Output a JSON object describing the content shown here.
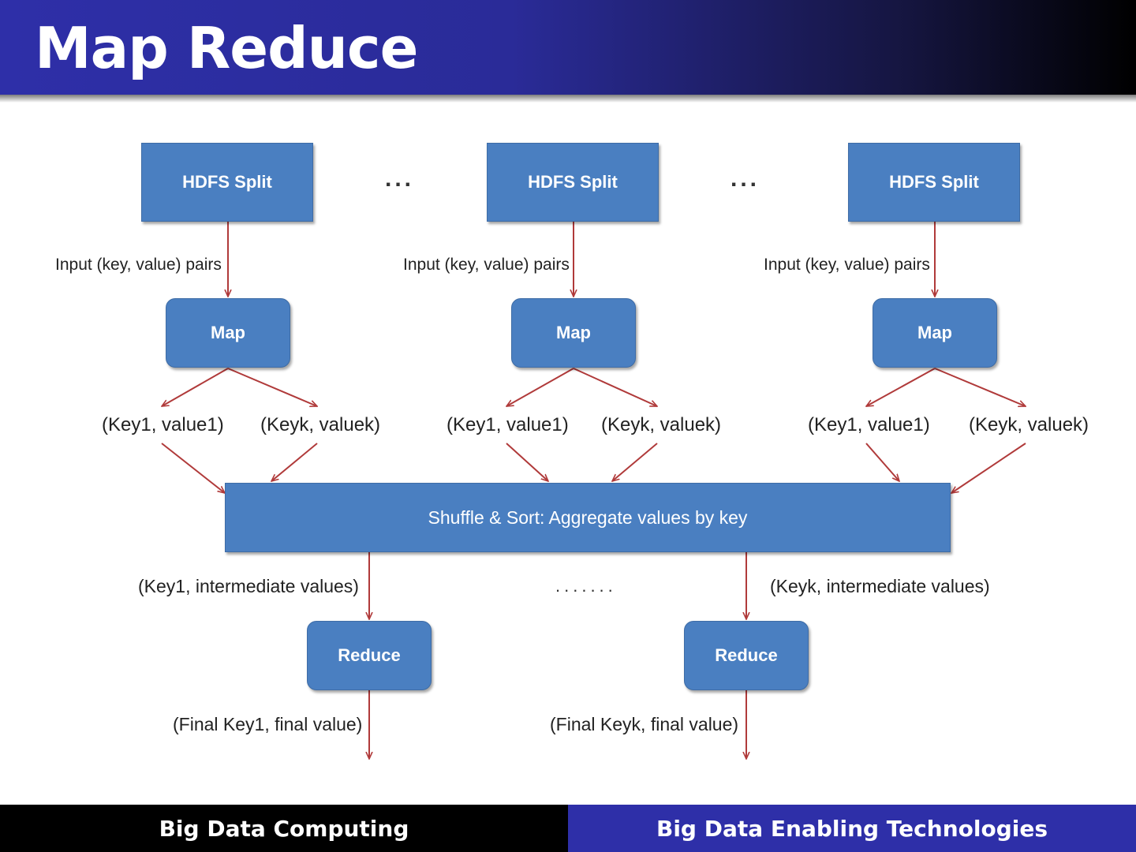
{
  "slide": {
    "title": "Map Reduce",
    "colors": {
      "header_blue": "#2e2fa8",
      "box_blue": "#4a7fc1",
      "arrow_red": "#b03a3a"
    }
  },
  "diagram": {
    "hdfs_splits": [
      "HDFS Split",
      "HDFS Split",
      "HDFS Split"
    ],
    "split_ellipsis": [
      "...",
      "..."
    ],
    "input_labels": [
      "Input (key, value) pairs",
      "Input (key, value) pairs",
      "Input (key, value) pairs"
    ],
    "maps": [
      "Map",
      "Map",
      "Map"
    ],
    "map_outputs": [
      {
        "first": "(Key1, value1)",
        "last": "(Keyk, valuek)"
      },
      {
        "first": "(Key1, value1)",
        "last": "(Keyk, valuek)"
      },
      {
        "first": "(Key1, value1)",
        "last": "(Keyk, valuek)"
      }
    ],
    "shuffle": "Shuffle & Sort: Aggregate values by key",
    "intermediate_labels": [
      "(Key1, intermediate values)",
      "(Keyk, intermediate values)"
    ],
    "intermediate_ellipsis": ".......",
    "reduces": [
      "Reduce",
      "Reduce"
    ],
    "final_labels": [
      "(Final Key1, final value)",
      "(Final Keyk, final value)"
    ]
  },
  "footer": {
    "left": "Big Data Computing",
    "right": "Big Data Enabling Technologies"
  }
}
